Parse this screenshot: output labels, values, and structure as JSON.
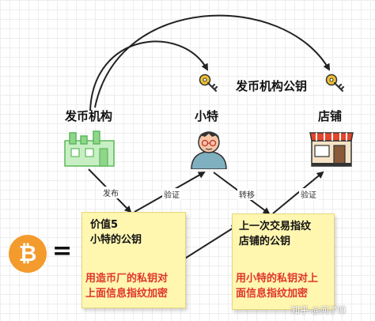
{
  "nodes": {
    "issuer": "发币机构",
    "xiaote": "小特",
    "store": "店铺",
    "issuer_public_key": "发币机构公钥"
  },
  "edge_labels": {
    "issue": "发布",
    "verify1": "验证",
    "transfer": "转移",
    "verify2": "验证"
  },
  "note_left": {
    "line1": "价值5",
    "line2": "小特的公钥",
    "red1": "用造币厂的私钥对",
    "red2": "上面信息指纹加密"
  },
  "note_right": {
    "line1": "上一次交易指纹",
    "line2": "店铺的公钥",
    "red1": "用小特的私钥对上",
    "red2": "面信息指纹加密"
  },
  "equals_sign": "=",
  "watermark": "知乎 @问了嘛",
  "colors": {
    "bitcoin": "#f39b2d",
    "note": "#fff6b0",
    "factory": "#8fd68a",
    "key": "#f2c12e",
    "person_shirt": "#7fb0bf",
    "accent_red": "#e0352b"
  }
}
